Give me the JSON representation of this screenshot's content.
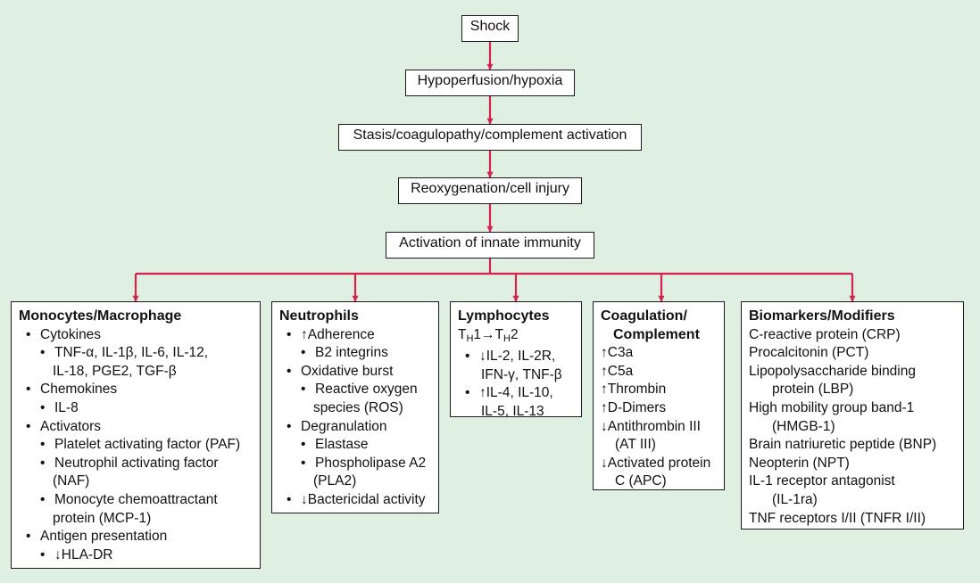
{
  "colors": {
    "background": "#dff0e2",
    "arrow": "#d4224a",
    "border": "#1a1a1a"
  },
  "flow": [
    "Shock",
    "Hypoperfusion/hypoxia",
    "Stasis/coagulopathy/complement activation",
    "Reoxygenation/cell injury",
    "Activation of innate immunity"
  ],
  "monocytes": {
    "title": "Monocytes/Macrophage",
    "cytokines": "Cytokines",
    "tnf": "TNF-α, IL-1β, IL-6, IL-12,",
    "il18": "IL-18, PGE2, TGF-β",
    "chemokines": "Chemokines",
    "il8": "IL-8",
    "activators": "Activators",
    "paf": "Platelet activating factor (PAF)",
    "naf1": "Neutrophil activating factor",
    "naf2": "(NAF)",
    "mcp1": "Monocyte chemoattractant",
    "mcp2": "protein (MCP-1)",
    "antigen": "Antigen presentation",
    "hla": "↓HLA-DR"
  },
  "neutrophils": {
    "title": "Neutrophils",
    "adherence": "↑Adherence",
    "b2": "B2 integrins",
    "oxid": "Oxidative burst",
    "ros1": "Reactive oxygen",
    "ros2": "species (ROS)",
    "degran": "Degranulation",
    "elastase": "Elastase",
    "pla1": "Phospholipase A2",
    "pla2": "(PLA2)",
    "bact": "↓Bactericidal activity"
  },
  "lymphocytes": {
    "title": "Lymphocytes",
    "th_a": "T",
    "th_sub1": "H",
    "th_b": "1→T",
    "th_sub2": "H",
    "th_c": "2",
    "il2a": "↓IL-2, IL-2R,",
    "il2b": "IFN-γ, TNF-β",
    "il4a": "↑IL-4, IL-10,",
    "il4b": "IL-5, IL-13"
  },
  "coagulation": {
    "title1": "Coagulation/",
    "title2": "Complement",
    "c3a": "↑C3a",
    "c5a": "↑C5a",
    "thrombin": "↑Thrombin",
    "ddimers": "↑D-Dimers",
    "at1": "↓Antithrombin III",
    "at2": "(AT III)",
    "apc1": "↓Activated protein",
    "apc2": "C (APC)"
  },
  "biomarkers": {
    "title": "Biomarkers/Modifiers",
    "crp": "C-reactive protein (CRP)",
    "pct": "Procalcitonin (PCT)",
    "lbp1": "Lipopolysaccharide binding",
    "lbp2": "protein (LBP)",
    "hmgb1": "High mobility group band-1",
    "hmgb2": "(HMGB-1)",
    "bnp": "Brain natriuretic peptide (BNP)",
    "npt": "Neopterin (NPT)",
    "il1ra1": "IL-1 receptor antagonist",
    "il1ra2": "(IL-1ra)",
    "tnfr": "TNF receptors I/II (TNFR I/II)"
  }
}
